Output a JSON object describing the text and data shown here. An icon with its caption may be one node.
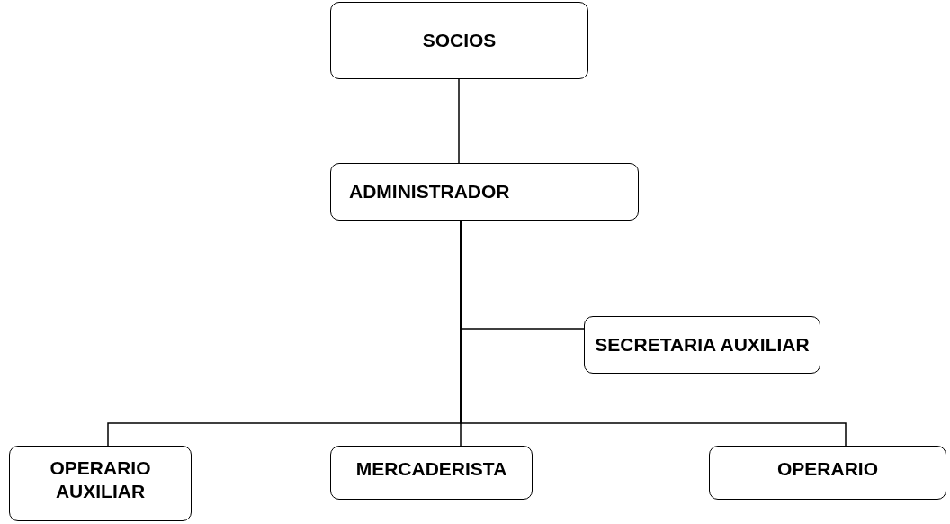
{
  "diagram": {
    "nodes": [
      {
        "text": [
          "SOCIOS"
        ]
      },
      {
        "text": [
          "ADMINISTRADOR"
        ]
      },
      {
        "text": [
          "SECRETARIA AUXILIAR"
        ]
      },
      {
        "text": [
          "OPERARIO AUXILIAR"
        ]
      },
      {
        "text": [
          "MERCADERISTA"
        ]
      },
      {
        "text": [
          "OPERARIO"
        ]
      }
    ],
    "edges": [
      {
        "from": 0,
        "to": 1,
        "arrow": "none"
      },
      {
        "from": 1,
        "to": 2,
        "arrow": "none"
      },
      {
        "from": 1,
        "to": 3,
        "arrow": "none"
      },
      {
        "from": 1,
        "to": 4,
        "arrow": "none"
      },
      {
        "from": 1,
        "to": 5,
        "arrow": "none"
      }
    ]
  }
}
